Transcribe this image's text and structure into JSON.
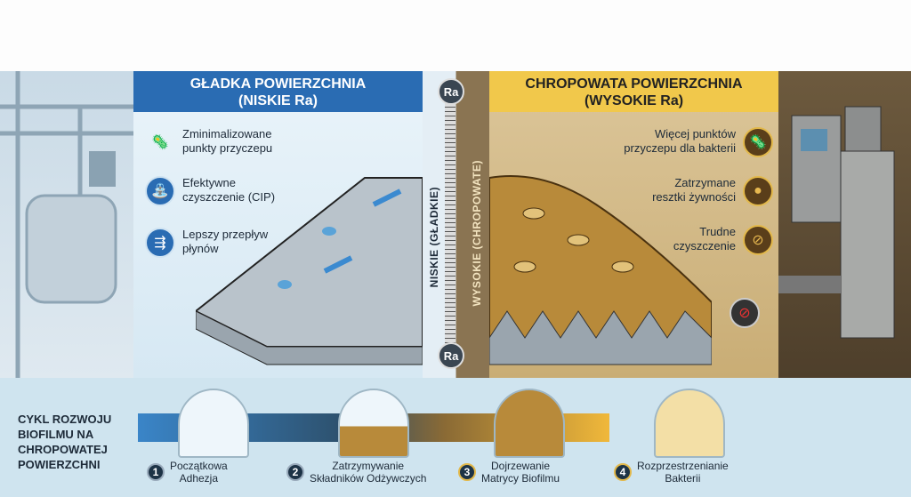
{
  "smooth": {
    "title": "GŁADKA POWIERZCHNIA",
    "subtitle": "(NISKIE Ra)",
    "features": [
      {
        "icon": "bacteria-icon",
        "line1": "Zminimalizowane",
        "line2": "punkty przyczepu"
      },
      {
        "icon": "spray-bottle-icon",
        "line1": "Efektywne",
        "line2": "czyszczenie (CIP)"
      },
      {
        "icon": "flow-arrows-icon",
        "line1": "Lepszy przepływ",
        "line2": "płynów"
      }
    ]
  },
  "gauge": {
    "top_label": "Ra",
    "bottom_label": "Ra",
    "low_text": "NISKIE (GŁADKIE)",
    "high_text": "WYSOKIE (CHROPOWATE)"
  },
  "rough": {
    "title": "CHROPOWATA POWIERZCHNIA",
    "subtitle": "(WYSOKIE Ra)",
    "features": [
      {
        "icon": "bacteria-icon",
        "line1": "Więcej punktów",
        "line2": "przyczepu dla bakterii"
      },
      {
        "icon": "food-residue-icon",
        "line1": "Zatrzymane",
        "line2": "resztki żywności"
      },
      {
        "icon": "no-spray-icon",
        "line1": "Trudne",
        "line2": "czyszczenie"
      }
    ]
  },
  "cycle": {
    "title": "CYKL ROZWOJU BIOFILMU NA CHROPOWATEJ POWIERZCHNI",
    "steps": [
      {
        "n": "1",
        "line1": "Początkowa",
        "line2": "Adhezja"
      },
      {
        "n": "2",
        "line1": "Zatrzymywanie",
        "line2": "Składników Odżywczych"
      },
      {
        "n": "3",
        "line1": "Dojrzewanie",
        "line2": "Matrycy Biofilmu"
      },
      {
        "n": "4",
        "line1": "Rozprzestrzenianie",
        "line2": "Bakterii"
      }
    ]
  },
  "colors": {
    "blue": "#2a6cb3",
    "yellow": "#f1c84b",
    "brown": "#8a6a35"
  }
}
